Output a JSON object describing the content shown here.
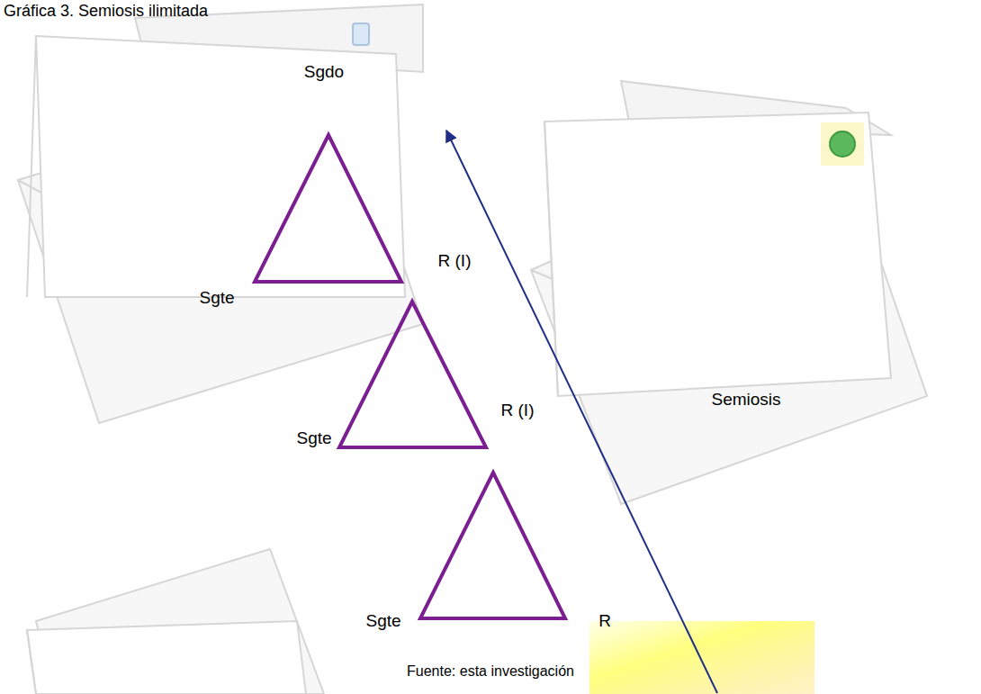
{
  "diagram": {
    "title": "Gráfica 3. Semiosis ilimitada",
    "caption": "Fuente: esta investigación",
    "labels": [
      "Sgdo",
      "R (I)",
      "Sgte",
      "Semiosis",
      "R (I)",
      "Sgte",
      "Sgte",
      "R"
    ]
  }
}
